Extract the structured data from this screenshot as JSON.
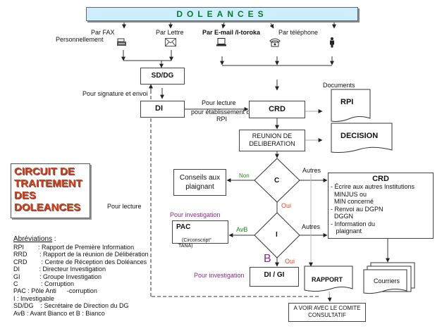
{
  "title": "DOLEANCES",
  "channels": {
    "fax": "Par FAX",
    "personnellement": "Personnellement",
    "lettre": "Par Lettre",
    "email": "Par E-mail /I-toroka",
    "telephone": "Par téléphone"
  },
  "icons": [
    "fax-icon",
    "envelope-icon",
    "computer-icon",
    "telephone-icon",
    "person-icon"
  ],
  "nodes": {
    "sddg": "SD/DG",
    "di": "DI",
    "crd": "CRD",
    "reunion": "REUNION DE\nDELIBERATION",
    "rpi": "RPI",
    "decision": "DECISION",
    "conseils": "Conseils aux\nplaignant",
    "c": "C",
    "i": "I",
    "pac": "PAC",
    "pac_sub": "(Circonscript°",
    "pac_sub2": "TANA)",
    "digi": "DI / GI",
    "rapport": "RAPPORT",
    "courriers": "Courriers",
    "comite": "A VOIR AVEC LE COMITE\nCONSULTATIF",
    "crd2_title": "CRD",
    "crd2_lines": [
      "- Écrire aux autres Institutions",
      "  MINJUS ou",
      "  MIN concerné",
      "- Renvoi au DGPN",
      "  DGGN",
      "- Information du",
      "   plaignant"
    ]
  },
  "labels": {
    "signature": "Pour signature et envoi",
    "pour_lecture": "Pour lecture",
    "pour_etab": "pour établissement de",
    "rpi_small": "RPI",
    "documents": "Documents",
    "non": "Non",
    "autres1": "Autres",
    "oui1": "Oui",
    "pour_investigation1": "Pour investigation",
    "avb": "AvB",
    "autres2": "Autres",
    "b": "B",
    "oui2": "Oui",
    "pour_investigation2": "Pour investigation",
    "pour_lecture_left": "Pour lecture"
  },
  "circuit_title": "CIRCUIT DE\nTRAITEMENT\nDES\nDOLEANCES",
  "abbreviations": {
    "heading": "Abréviations",
    "heading_suffix": " :",
    "rows": [
      "RPI        : Rapport de Première Information",
      "RRD       : Rapport de la réunion de Délibération",
      "CRD        : Centre de Réception des Doléances",
      "DI           : Directeur Investigation",
      "GI           : Groupe Investigation",
      "C             : Corruption",
      "PAC : Pôle Anti      -corruption",
      "I : Investigable",
      "SD/DG    : Secrétaire de Direction du DG",
      "AvB : Avant Bianco et B : Bianco"
    ]
  },
  "colors": {
    "title_bg": "#cdeefe",
    "title_text": "#0a7a2a",
    "circuit_text": "#e03a10",
    "non": "#1f8a1f",
    "oui": "#e8401a",
    "investigation": "#8a2a8a"
  }
}
